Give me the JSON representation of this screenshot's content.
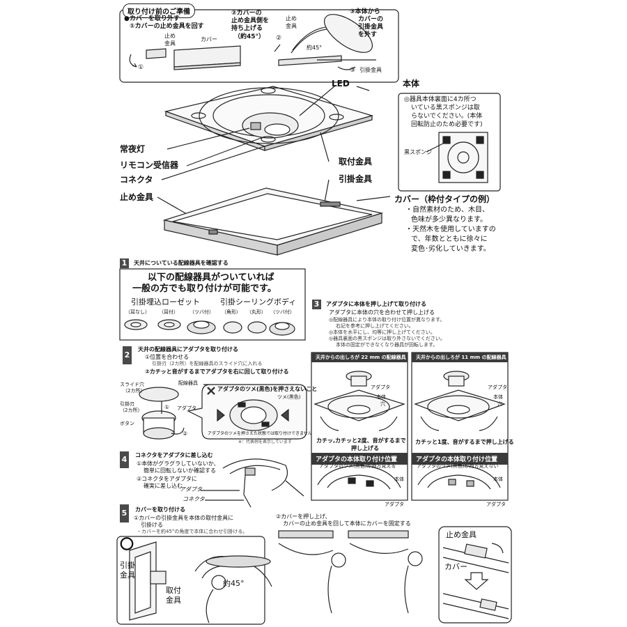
{
  "prep": {
    "title": "取り付け前のご準備",
    "remove_cover": "●カバーを取り外す",
    "step1": "①カバーの止め金具を回す",
    "lbl_tome": "止め",
    "lbl_kanagu": "金具",
    "lbl_cover": "カバー",
    "circle1": "①",
    "step2_l1": "②カバーの",
    "step2_l2": "止め金具側を",
    "step2_l3": "持ち上げる",
    "step2_l4": "（約45°）",
    "circle2": "②",
    "lbl_tome2": "止め",
    "lbl_kanagu2": "金具",
    "angle": "約45°",
    "step3_l1": "③本体から",
    "step3_l2": "カバーの",
    "step3_l3": "引掛金具",
    "step3_l4": "を外す",
    "circle3": "③",
    "hikkake": "引掛金具"
  },
  "parts": {
    "led": "LED",
    "body": "本体",
    "night_light": "常夜灯",
    "remote": "リモコン受信器",
    "connector": "コネクタ",
    "stop_bracket": "止め金具",
    "mount_bracket": "取付金具",
    "hook_bracket": "引掛金具",
    "cover": "カバー（枠付タイプの例）",
    "cover_note1_l1": "・自然素材のため、木目、",
    "cover_note1_l2": "色味が多少異なります。",
    "cover_note2_l1": "・天然木を使用していますの",
    "cover_note2_l2": "で、年数とともに徐々に",
    "cover_note2_l3": "変色･劣化していきます。",
    "sponge_note_l1": "◎器具本体裏面に4カ所つ",
    "sponge_note_l2": "いている黒スポンジは取",
    "sponge_note_l3": "らないでください。(本体",
    "sponge_note_l4": "回転防止のため必要です)",
    "sponge_label": "黒スポンジ"
  },
  "step1": {
    "num": "1",
    "title": "天井についている配線器具を確認する",
    "box_l1": "以下の配線器具がついていれば",
    "box_l2": "一般の方でも取り付けが可能です。",
    "rosette": "引掛埋込ローゼット",
    "ceiling_body": "引掛シーリングボディ",
    "r_opt1": "（耳なし）",
    "r_opt2": "（耳付）",
    "r_opt3": "（ツバ付）",
    "c_opt1": "（角形）",
    "c_opt2": "（丸形）",
    "c_opt3": "（ツバ付）"
  },
  "step2": {
    "num": "2",
    "title": "天井の配線器具にアダプタを取り付ける",
    "s1": "①位置を合わせる",
    "s1_sub": "引掛刃（2カ所）を配線器具のスライド穴に入れる",
    "s2": "②カチッと音がするまでアダプタを右に回して取り付ける",
    "lbl_slide_l1": "スライド穴",
    "lbl_slide_l2": "（2カ所）",
    "lbl_wiring": "配線器具",
    "lbl_hikkakeba_l1": "引掛刃",
    "lbl_hikkakeba_l2": "（2カ所）",
    "lbl_adapter": "アダプタ",
    "lbl_button": "ボタン",
    "warn_title": "アダプタのツメ(黒色)を押さえないこと",
    "warn_tsume": "ツメ(黒色)",
    "warn_note": "アダプタのツメを押さえた状態では取り付けできません",
    "rep_note": "※：代表例を表示しています",
    "circle1": "①",
    "circle2": "②"
  },
  "step3": {
    "num": "3",
    "title": "アダプタに本体を押し上げて取り付ける",
    "sub": "アダプタに本体の穴を合わせて押し上げる",
    "n1": "◎配線器具により本体の取り付け位置が異なります。",
    "n1b": "右記を参考に押し上げてください。",
    "n2": "◎本体を水平にし、均等に押し上げてください。",
    "n3": "◎器具裏面の黒スポンジは取り外さないでください。",
    "n3b": "本体の固定ができなくなり器具が回転します。",
    "left_header": "天井からの出しろが 22 mm の配線器具",
    "right_header": "天井からの出しろが 11 mm の配線器具",
    "lbl_adapter": "アダプタ",
    "lbl_body": "本体",
    "lbl_hole": "穴",
    "left_caption_l1": "カチッ,カチッと2度、音がするまで",
    "left_caption_l2": "押し上げる",
    "right_caption": "カチッと1度、音がするまで押し上げる",
    "pos_header": "アダプタの本体取り付け位置",
    "left_pos": "アダプタのツメ(黒色)が両方見える",
    "right_pos": "アダプタのツメ(黒色)が両方見えない"
  },
  "step4": {
    "num": "4",
    "title": "コネクタをアダプタに差し込む",
    "s1_l1": "①本体がグラグラしていないか、",
    "s1_l2": "簡単に回転しないか確認する",
    "s2_l1": "②コネクタをアダプタに",
    "s2_l2": "確実に差し込む",
    "lbl_adapter": "アダプタ",
    "lbl_connector": "コネクタ"
  },
  "step5": {
    "num": "5",
    "title": "カバーを取り付ける",
    "s1_l1": "①カバーの引掛金具を本体の取付金具に",
    "s1_l2": "引掛ける",
    "s1_sub": "・カバーを約45°の角度で本体に合わせ引掛ける。",
    "s2_l1": "②カバーを押し上げ、",
    "s2_l2": "カバーの止め金具を回して本体にカバーを固定する",
    "ok": "〇",
    "lbl_hikkake_l1": "引掛",
    "lbl_hikkake_l2": "金具",
    "lbl_toritsuke_l1": "取付",
    "lbl_toritsuke_l2": "金具",
    "angle": "約45°",
    "lbl_tome": "止め金具",
    "lbl_cover": "カバー"
  }
}
